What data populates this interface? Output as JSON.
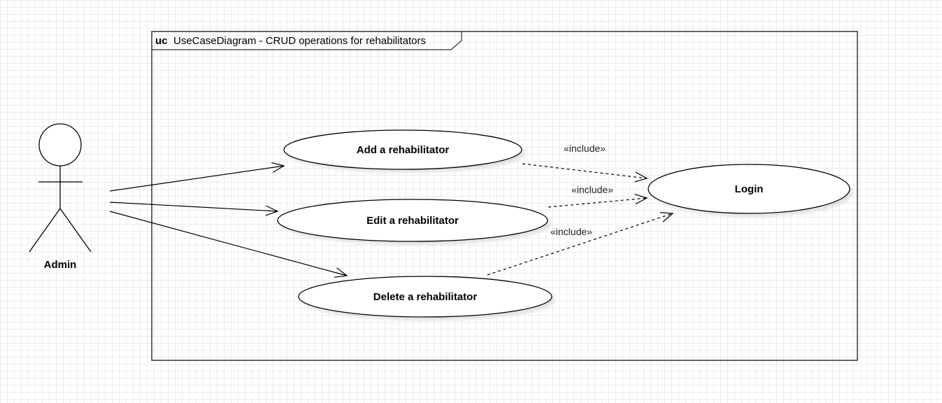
{
  "frame": {
    "keyword": "uc",
    "title": "UseCaseDiagram - CRUD operations for rehabilitators"
  },
  "actor": {
    "name": "Admin"
  },
  "use_cases": {
    "add": "Add a rehabilitator",
    "edit": "Edit a rehabilitator",
    "delete": "Delete a rehabilitator",
    "login": "Login"
  },
  "relationships": [
    {
      "from": "add",
      "to": "login",
      "stereotype": "«include»"
    },
    {
      "from": "edit",
      "to": "login",
      "stereotype": "«include»"
    },
    {
      "from": "delete",
      "to": "login",
      "stereotype": "«include»"
    }
  ],
  "associations": [
    {
      "from": "Admin",
      "to": "add"
    },
    {
      "from": "Admin",
      "to": "edit"
    },
    {
      "from": "Admin",
      "to": "delete"
    }
  ]
}
